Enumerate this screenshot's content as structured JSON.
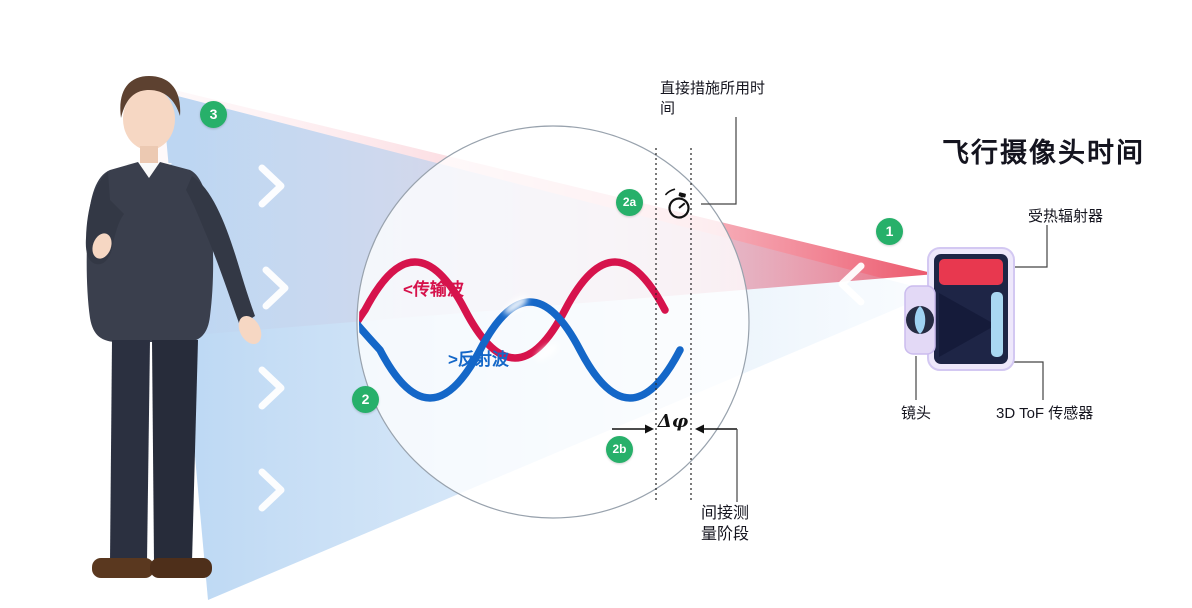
{
  "title": "飞行摄像头时间",
  "badges": {
    "step1": "1",
    "step2": "2",
    "step3": "3",
    "step2a": "2a",
    "step2b": "2b"
  },
  "waves": {
    "transmitted_label": "<传输波",
    "reflected_label": ">反射波"
  },
  "annotations": {
    "direct_time": "直接措施所用时间",
    "indirect_phase": "间接测量阶段",
    "phase_delta": "Δφ"
  },
  "device": {
    "illuminator_label": "受热辐射器",
    "lens_label": "镜头",
    "sensor_label": "3D ToF 传感器"
  },
  "colors": {
    "badge_green": "#27b06a",
    "transmitted_red": "#d6134c",
    "reflected_blue": "#1467c8",
    "beam_red": "#e8506c",
    "beam_blue": "#a9cdf0",
    "device_body": "#1e2546",
    "illuminator_red": "#e8384f",
    "sensor_blue": "#a9d7f2"
  }
}
